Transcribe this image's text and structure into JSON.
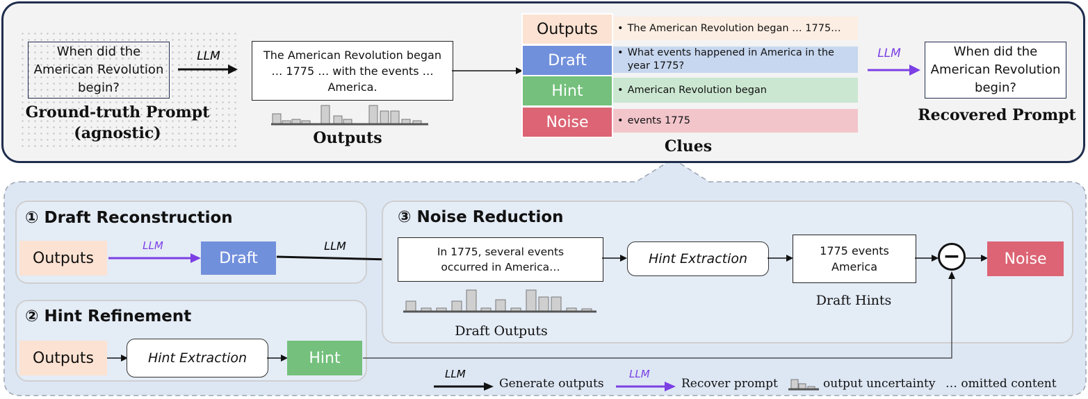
{
  "colors": {
    "outputs": "#fce2d2",
    "draft": "#7190dc",
    "hint": "#74c07c",
    "noise": "#dc6474",
    "draft_light": "#c7d7ef",
    "hint_light": "#cbe7d1",
    "noise_light": "#f2c5cb",
    "llm_generate": "#111111",
    "llm_recover": "#7b3fe4"
  },
  "top": {
    "gt_prompt": "When did the American Revolution begin?",
    "gt_caption_line1": "Ground-truth Prompt",
    "gt_caption_line2": "(agnostic)",
    "llm_label_1": "LLM",
    "outputs_text": "The American Revolution began … 1775 … with the events … America.",
    "outputs_caption": "Outputs",
    "clues_caption": "Clues",
    "clues": [
      {
        "label": "Outputs",
        "text": "The American Revolution began … 1775…"
      },
      {
        "label": "Draft",
        "text": "What events happened in America in the year 1775?"
      },
      {
        "label": "Hint",
        "text": "American Revolution began"
      },
      {
        "label": "Noise",
        "text": "events 1775"
      }
    ],
    "llm_label_2": "LLM",
    "recovered_prompt": "When did the American Revolution begin?",
    "recovered_caption": "Recovered Prompt"
  },
  "section1": {
    "title": "① Draft Reconstruction",
    "outputs": "Outputs",
    "llm": "LLM",
    "draft": "Draft",
    "llm_out": "LLM"
  },
  "section2": {
    "title": "② Hint Refinement",
    "outputs": "Outputs",
    "hint_extraction": "Hint Extraction",
    "hint": "Hint"
  },
  "section3": {
    "title": "③ Noise Reduction",
    "draft_output_text": "In 1775, several events occurred in America…",
    "draft_outputs_caption": "Draft Outputs",
    "hint_extraction": "Hint Extraction",
    "draft_hints_text": "1775  events America",
    "draft_hints_caption": "Draft Hints",
    "minus_symbol": "−",
    "noise": "Noise"
  },
  "legend": {
    "llm_1": "LLM",
    "generate": "Generate outputs",
    "llm_2": "LLM",
    "recover": "Recover prompt",
    "uncertainty": "output uncertainty",
    "omitted": "… omitted content"
  }
}
